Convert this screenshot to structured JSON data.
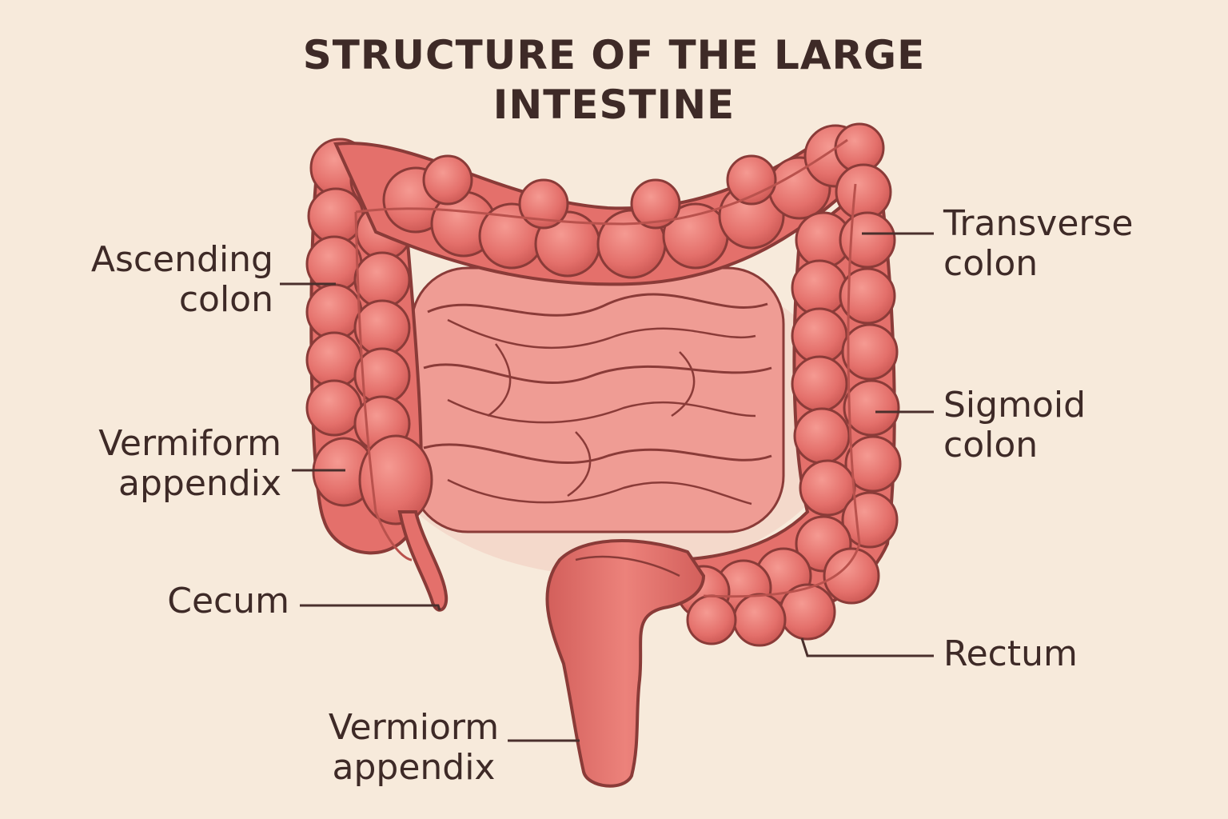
{
  "title": {
    "line1": "STRUCTURE OF THE LARGE",
    "line2": "INTESTINE"
  },
  "labels": {
    "ascending_colon": {
      "line1": "Ascending",
      "line2": "colon"
    },
    "vermiform_appendix": {
      "line1": "Vermiform",
      "line2": "appendix"
    },
    "cecum": {
      "line1": "Cecum"
    },
    "vermiorm_appendix": {
      "line1": "Vermiorm",
      "line2": "appendix"
    },
    "transverse_colon": {
      "line1": "Transverse",
      "line2": "colon"
    },
    "sigmoid_colon": {
      "line1": "Sigmoid",
      "line2": "colon"
    },
    "rectum": {
      "line1": "Rectum"
    }
  },
  "colors": {
    "background": "#f7eadb",
    "colon_fill": "#e4706b",
    "colon_outline": "#8a3b38",
    "small_intestine_fill": "#ef9c94",
    "leader_line": "#4a2f2c",
    "text": "#3e2a27"
  }
}
